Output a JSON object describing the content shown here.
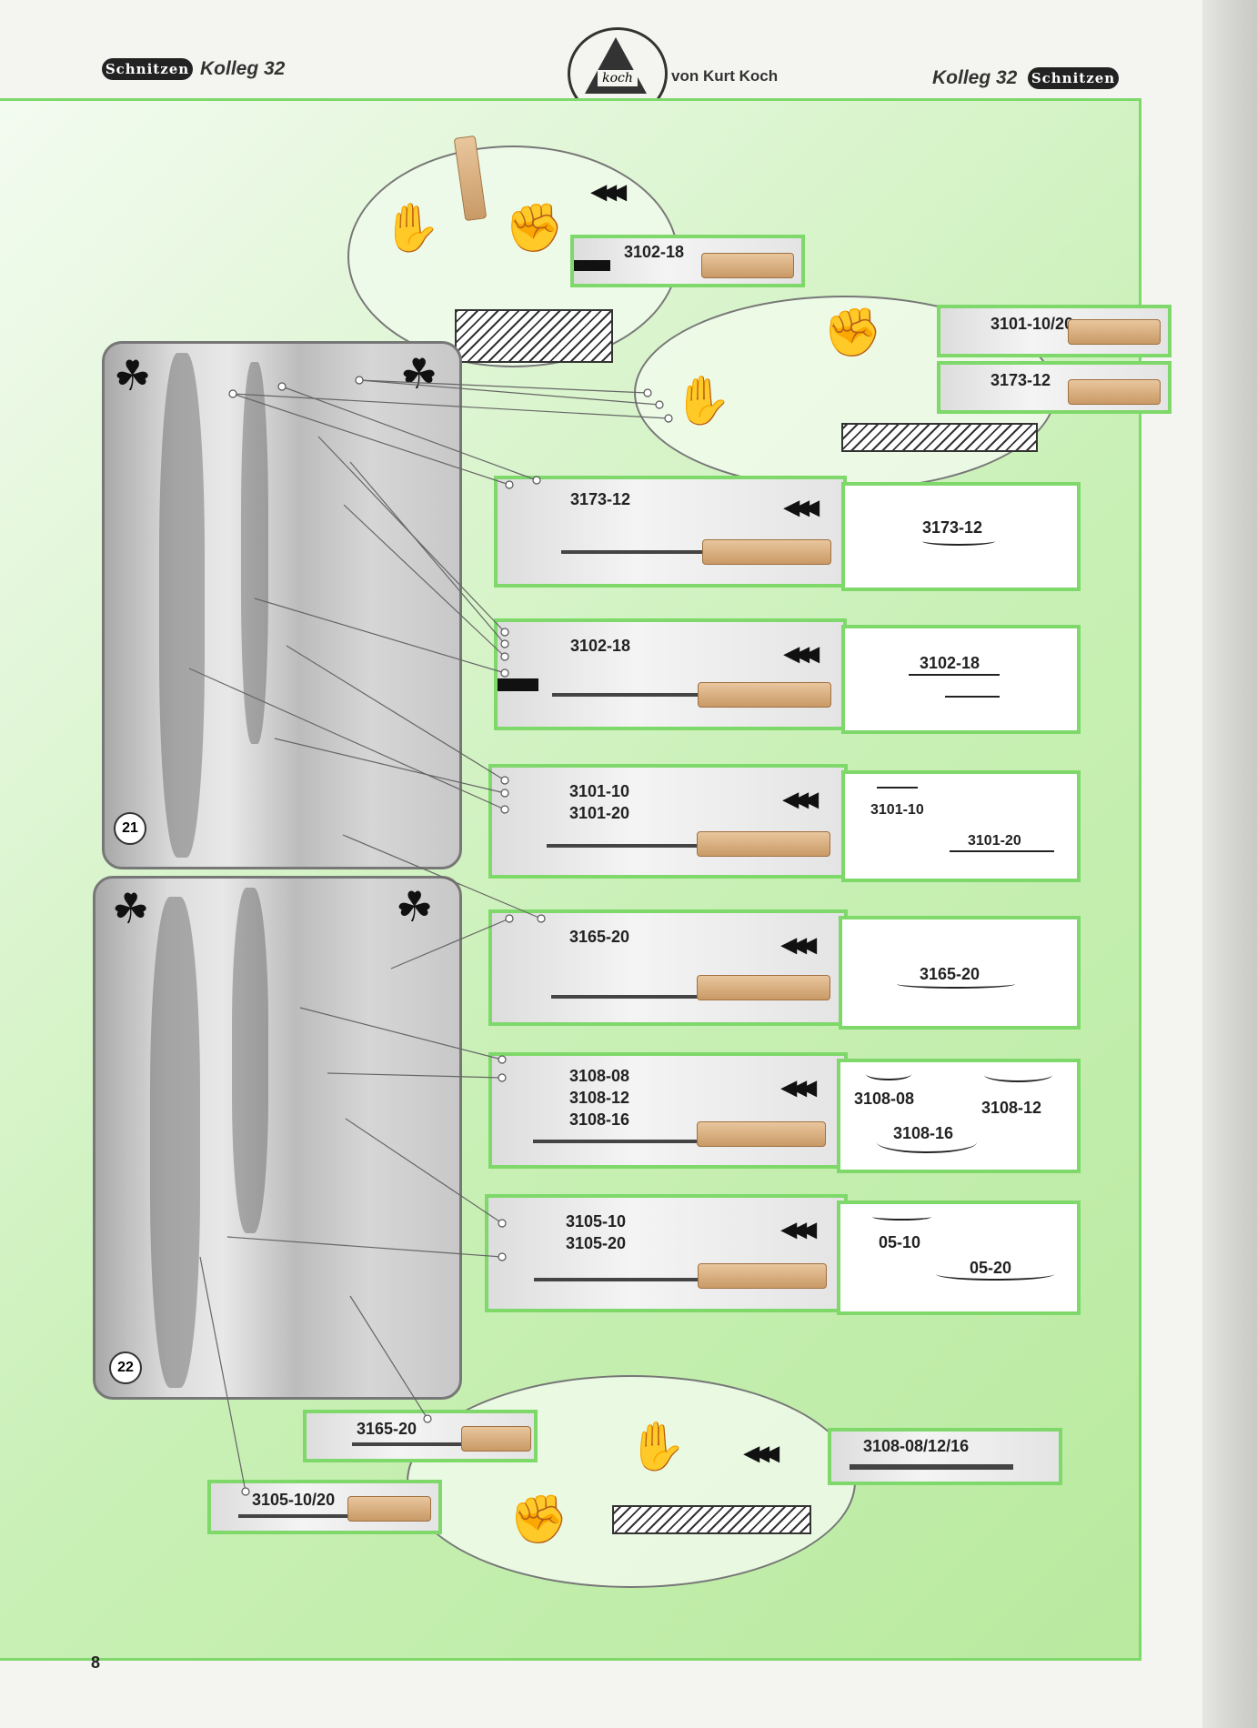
{
  "header": {
    "brand_logo": "Schnitzen",
    "left_title": "Kolleg 32",
    "author": "von Kurt Koch",
    "right_title": "Kolleg 32",
    "emblem_text": "koch"
  },
  "figures": [
    {
      "number": "21"
    },
    {
      "number": "22"
    }
  ],
  "top_tools": {
    "t1": "3102-18",
    "t2": "3101-10/20",
    "t3": "3173-12"
  },
  "rows": [
    {
      "codes": "3173-12",
      "profile_labels": [
        "3173-12"
      ]
    },
    {
      "codes": "3102-18",
      "profile_labels": [
        "3102-18"
      ]
    },
    {
      "codes": "3101-10\n3101-20",
      "profile_labels": [
        "3101-10",
        "3101-20"
      ]
    },
    {
      "codes": "3165-20",
      "profile_labels": [
        "3165-20"
      ]
    },
    {
      "codes": "3108-08\n3108-12\n3108-16",
      "profile_labels": [
        "3108-08",
        "3108-12",
        "3108-16"
      ]
    },
    {
      "codes": "3105-10\n3105-20",
      "profile_labels": [
        "05-10",
        "05-20"
      ]
    }
  ],
  "bottom_tools": {
    "b1": "3165-20",
    "b2": "3105-10/20",
    "b3": "3108-08/12/16"
  },
  "page_number": "8",
  "icons": {
    "arrow": "triple-left-arrow-icon",
    "clover": "clover-icon"
  }
}
